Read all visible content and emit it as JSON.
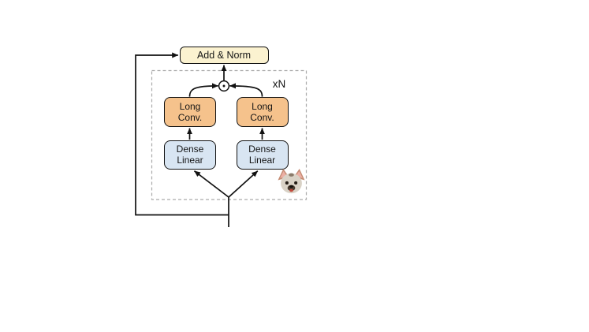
{
  "diagram": {
    "add_norm": {
      "label": "Add & Norm",
      "fill": "#FBF2D0"
    },
    "repeat_label": "xN",
    "operator": {
      "icon": "circle-dot-multiply-icon"
    },
    "mascot": {
      "icon": "dog-face-icon"
    },
    "branches": [
      {
        "conv": {
          "line1": "Long",
          "line2": "Conv.",
          "fill": "#F5C28C"
        },
        "dense": {
          "line1": "Dense",
          "line2": "Linear",
          "fill": "#D8E5F2"
        }
      },
      {
        "conv": {
          "line1": "Long",
          "line2": "Conv.",
          "fill": "#F5C28C"
        },
        "dense": {
          "line1": "Dense",
          "line2": "Linear",
          "fill": "#D8E5F2"
        }
      }
    ],
    "colors": {
      "ink": "#111111",
      "dashed_border": "#ababab",
      "add_norm_fill": "#FBF2D0",
      "long_conv_fill": "#F5C28C",
      "dense_linear_fill": "#D8E5F2",
      "background": "#ffffff"
    }
  }
}
